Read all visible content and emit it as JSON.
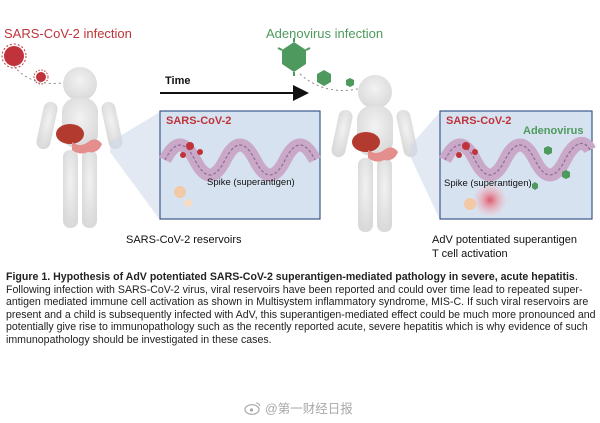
{
  "figure": {
    "left_infection": "SARS-CoV-2 infection",
    "right_infection": "Adenovirus infection",
    "time_label": "Time",
    "inset_left_title": "SARS-CoV-2",
    "inset_left_spike": "Spike (superantigen)",
    "inset_right_title": "SARS-CoV-2",
    "inset_right_adeno": "Adenovirus",
    "inset_right_spike": "Spike (superantigen)",
    "left_caption": "SARS-CoV-2 reservoirs",
    "right_caption_line1": "AdV potentiated superantigen",
    "right_caption_line2": "T cell activation",
    "colors": {
      "sars": "#c0333a",
      "adeno": "#4e9a5e",
      "inset_fill": "#d6e2f0",
      "inset_border": "#3a5a8c"
    }
  },
  "caption": {
    "title": "Figure 1. Hypothesis of AdV potentiated SARS-CoV-2 superantigen-mediated pathology in severe, acute hepatitis",
    "body": ". Following infection with SARS-CoV-2 virus, viral reservoirs have been reported and could over time lead to repeated super-antigen mediated immune cell activation as shown in Multisystem inflammatory syndrome, MIS-C. If such  viral reservoirs are present and a child is subsequently infected with AdV, this superantigen-mediated effect could be much more pronounced and potentially give rise to immunopathology such as the recently reported acute, severe hepatitis which is why evidence of such immunopathology should be investigated in these cases."
  },
  "watermark": {
    "text": "@第一财经日报",
    "icon": "weibo-icon"
  }
}
